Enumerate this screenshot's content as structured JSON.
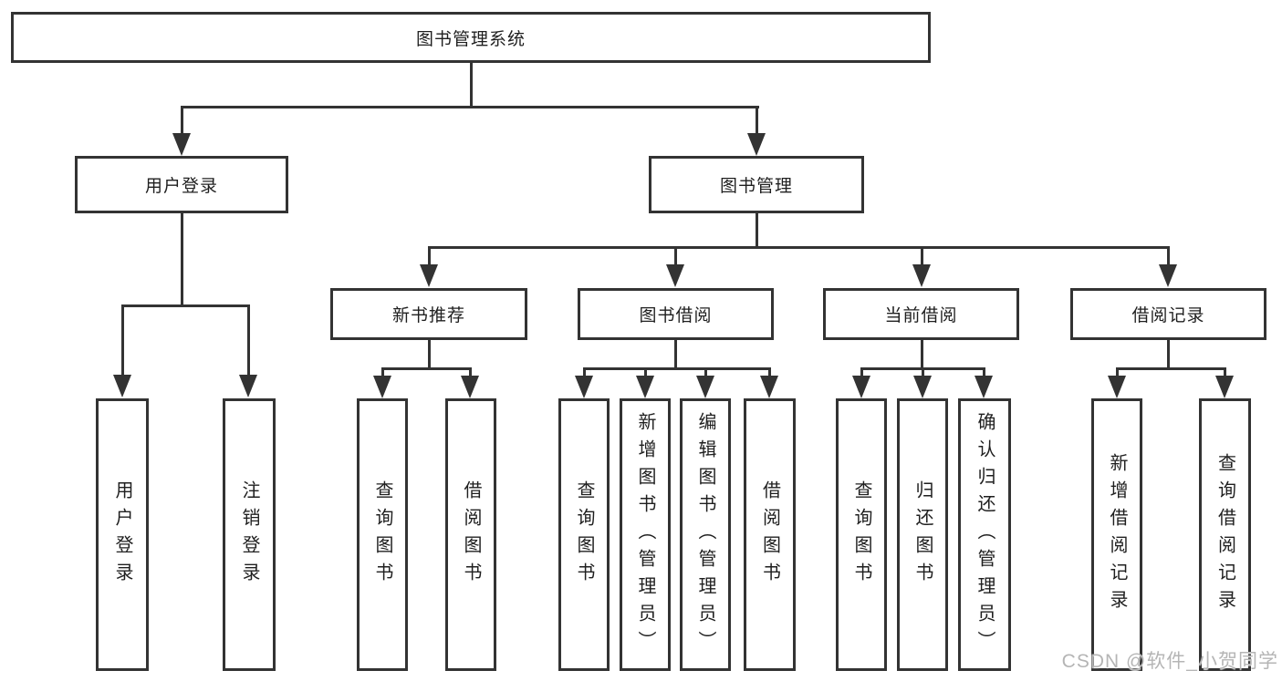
{
  "colors": {
    "line": "#333333",
    "box_border": "#333333",
    "text": "#1f1f1f",
    "watermark": "#b5b5b5",
    "background": "#ffffff"
  },
  "diagram": {
    "root": {
      "label": "图书管理系统"
    },
    "level2": [
      {
        "label": "用户登录"
      },
      {
        "label": "图书管理"
      }
    ],
    "level3": [
      {
        "label": "新书推荐"
      },
      {
        "label": "图书借阅"
      },
      {
        "label": "当前借阅"
      },
      {
        "label": "借阅记录"
      }
    ],
    "leaves": {
      "user_login": [
        "用户登录",
        "注销登录"
      ],
      "new_book_recommend": [
        "查询图书",
        "借阅图书"
      ],
      "book_borrow": [
        "查询图书",
        "新增图书（管理员）",
        "编辑图书（管理员）",
        "借阅图书"
      ],
      "current_borrow": [
        "查询图书",
        "归还图书",
        "确认归还（管理员）"
      ],
      "borrow_records": [
        "新增借阅记录",
        "查询借阅记录"
      ]
    }
  },
  "watermark": {
    "text": "CSDN @软件_小贺同学"
  }
}
